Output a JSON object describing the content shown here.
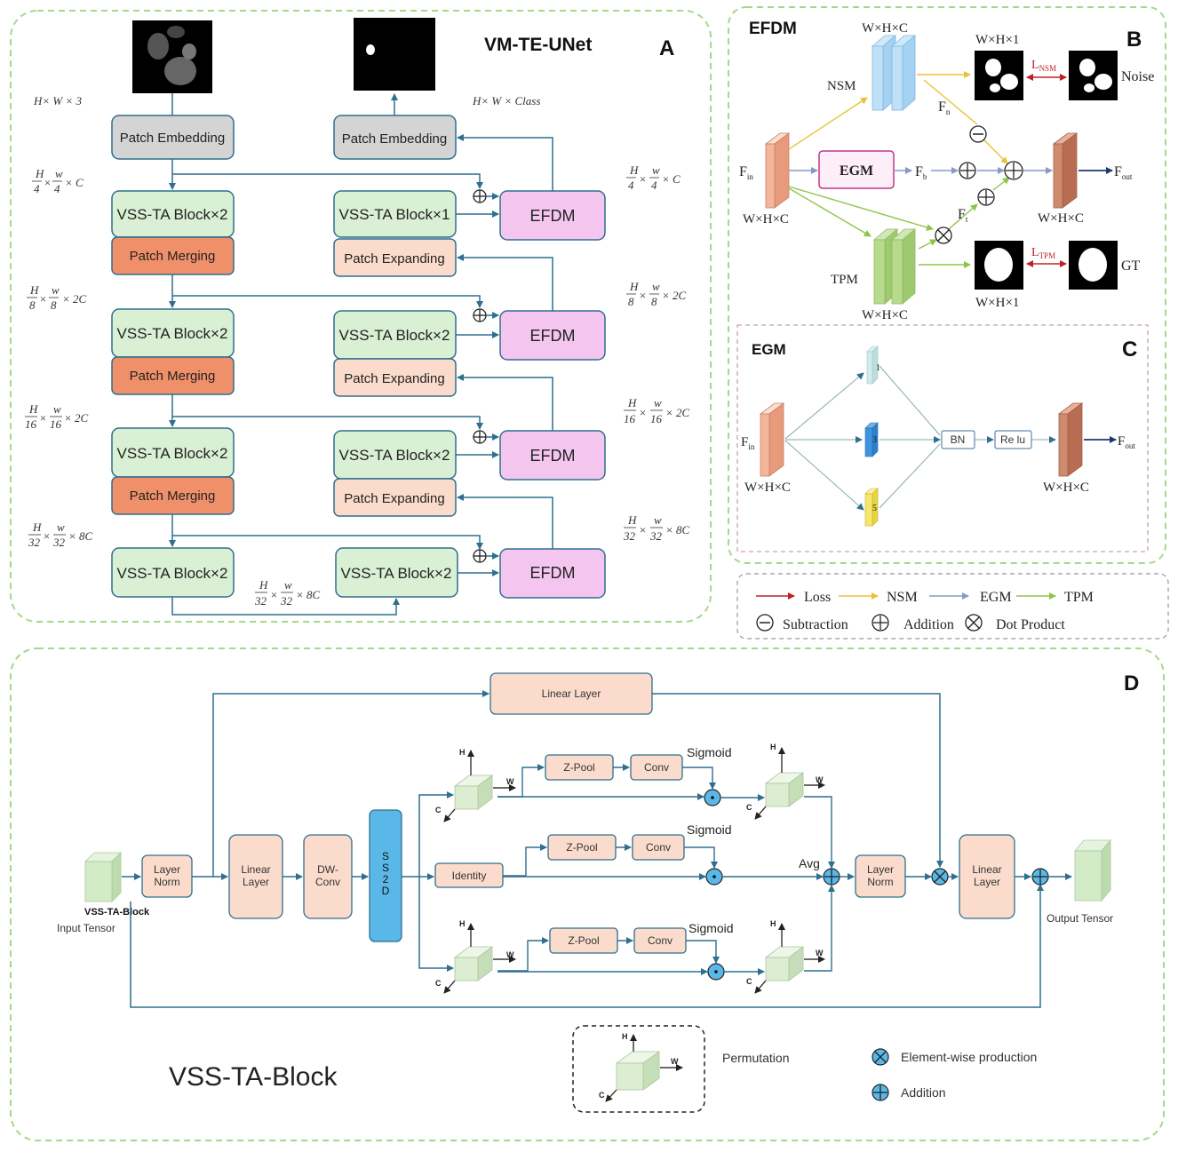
{
  "panel_a": {
    "title": "VM-TE-UNet",
    "letter": "A",
    "input_dims": "H× W × 3",
    "output_dims": "H× W × Class",
    "patch_embedding": "Patch Embedding",
    "enc1": "VSS-TA Block×2",
    "enc2": "VSS-TA Block×2",
    "enc3": "VSS-TA Block×2",
    "enc4": "VSS-TA Block×2",
    "dec1": "VSS-TA Block×1",
    "dec2": "VSS-TA Block×2",
    "dec3": "VSS-TA Block×2",
    "dec4": "VSS-TA Block×2",
    "patch_merging": "Patch Merging",
    "patch_expanding": "Patch Expanding",
    "efdm": "EFDM",
    "frac_h": "H",
    "frac_w": "w",
    "frac_4": "4",
    "frac_8": "8",
    "frac_16": "16",
    "frac_32": "32",
    "c1": "× C",
    "c2": "× 2C",
    "c8": "× 8C"
  },
  "panel_b": {
    "title": "EFDM",
    "letter": "B",
    "nsm": "NSM",
    "tpm": "TPM",
    "egm": "EGM",
    "f_in": "F",
    "f_in_sub": "in",
    "f_n": "F",
    "f_n_sub": "n",
    "f_b": "F",
    "f_b_sub": "b",
    "f_t": "F",
    "f_t_sub": "t",
    "f_out": "F",
    "f_out_sub": "out",
    "whc": "W×H×C",
    "wh1": "W×H×1",
    "l_nsm": "L",
    "l_nsm_sub": "NSM",
    "l_tpm": "L",
    "l_tpm_sub": "TPM",
    "noise": "Noise",
    "gt": "GT"
  },
  "panel_c": {
    "title": "EGM",
    "letter": "C",
    "k1": "1",
    "k3": "3",
    "k5": "5",
    "bn": "BN",
    "relu": "Re lu",
    "f_in": "F",
    "f_in_sub": "in",
    "f_out": "F",
    "f_out_sub": "out",
    "whc": "W×H×C"
  },
  "legend": {
    "loss": "Loss",
    "nsm": "NSM",
    "egm": "EGM",
    "tpm": "TPM",
    "subtraction": "Subtraction",
    "addition": "Addition",
    "dot_product": "Dot Product"
  },
  "panel_d": {
    "letter": "D",
    "caption": "VSS-TA-Block",
    "linear_layer_top": "Linear  Layer",
    "layer_norm": "Layer Norm",
    "linear_layer": "Linear Layer",
    "dw_conv": "DW- Conv",
    "ss2d": "S S 2 D",
    "identity": "Identity",
    "z_pool": "Z-Pool",
    "conv": "Conv",
    "sigmoid": "Sigmoid",
    "avg": "Avg",
    "input_label": "VSS-TA-Block",
    "input_tensor": "Input Tensor",
    "output_tensor": "Output Tensor",
    "axis_h": "H",
    "axis_w": "W",
    "axis_c": "C",
    "permutation": "Permutation",
    "element_wise": "Element-wise production",
    "addition": "Addition"
  },
  "colors": {
    "green_box": "#d9f0d5",
    "orange_box": "#f0906a",
    "peach_box": "#fbdccc",
    "pink_box": "#f4c6ef",
    "grey_box": "#d4d4d4",
    "arrow": "#2f6f8f",
    "dash_green": "#a6d88a"
  }
}
